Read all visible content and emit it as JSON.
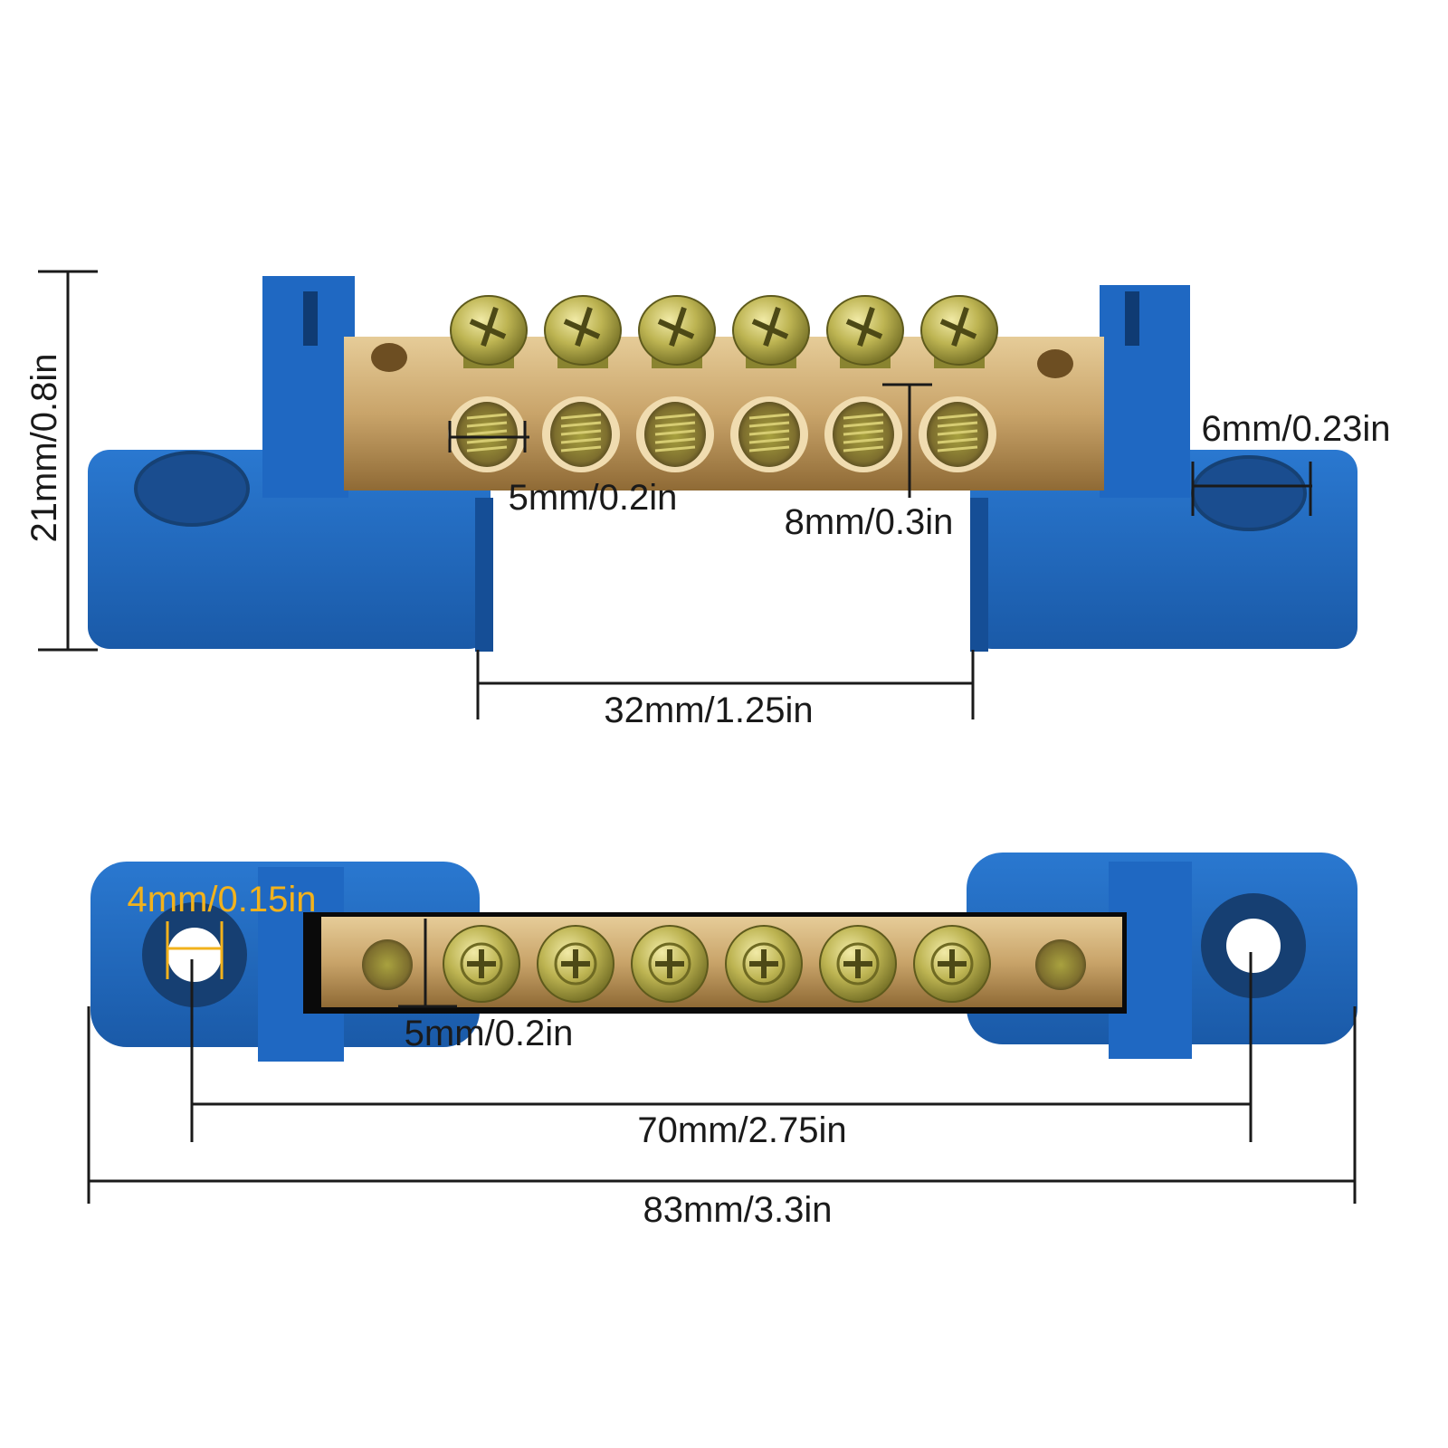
{
  "colors": {
    "background": "#ffffff",
    "base_blue": "#1f68c2",
    "base_blue_dark": "#154e96",
    "brass": "#c9a46a",
    "brass_dark": "#8f6a35",
    "screw": "#b5b650",
    "dimension_line": "#1a1a1a",
    "highlight_dim": "#f2b21c"
  },
  "front_view": {
    "screw_count": 6,
    "dimensions": {
      "height": "21mm/0.8in",
      "screw_hole": "5mm/0.2in",
      "bar_height": "8mm/0.3in",
      "mount_hole": "6mm/0.23in",
      "base_gap": "32mm/1.25in"
    }
  },
  "top_view": {
    "screw_count": 6,
    "dimensions": {
      "mount_hole": "4mm/0.15in",
      "end_hole": "5mm/0.2in",
      "hole_spacing": "70mm/2.75in",
      "total_length": "83mm/3.3in"
    }
  }
}
